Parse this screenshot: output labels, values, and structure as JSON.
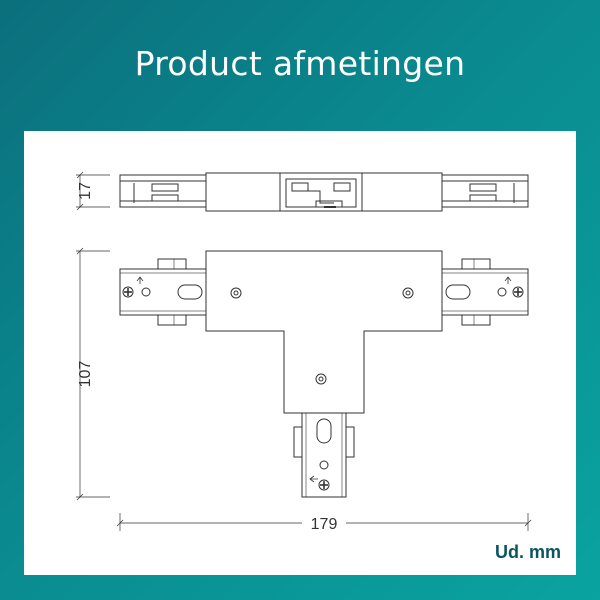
{
  "title": "Product afmetingen",
  "dimensions": {
    "height_top_view": "17",
    "height_front_view": "107",
    "width": "179"
  },
  "unit_note": "Ud. mm",
  "colors": {
    "background_start": "#0b6f7c",
    "background_end": "#0aa39f",
    "panel": "#ffffff",
    "unit_text": "#0b5560",
    "line": "#333333"
  }
}
